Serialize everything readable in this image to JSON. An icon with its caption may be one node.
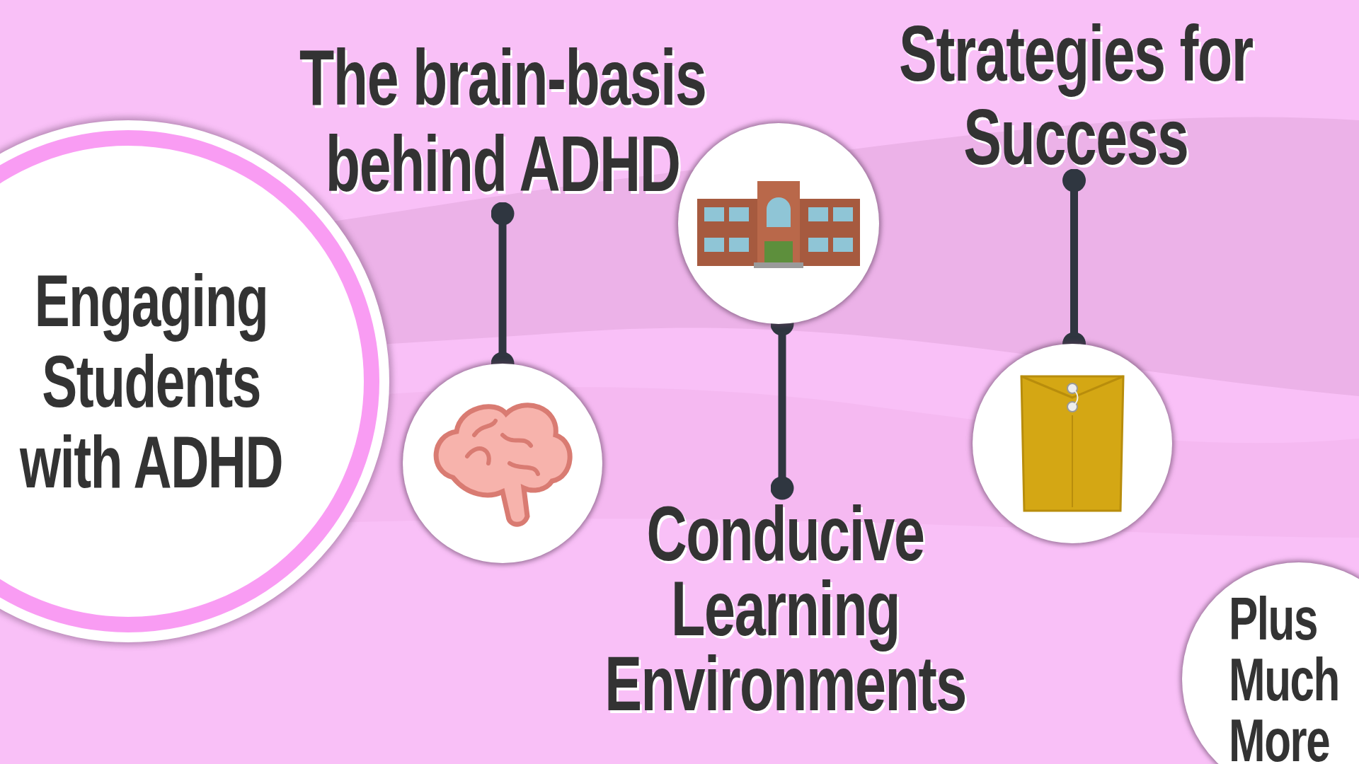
{
  "diagram": {
    "nodes": [
      {
        "text": [
          "Engaging Students with ADHD"
        ]
      },
      {
        "text": [
          "The brain-basis behind ADHD"
        ]
      },
      {
        "text": [],
        "shape": "picture"
      },
      {
        "text": [],
        "shape": "picture"
      },
      {
        "text": [
          "Conducive Learning Environments"
        ]
      },
      {
        "text": [
          "Strategies for Success"
        ]
      },
      {
        "text": [],
        "shape": "picture"
      },
      {
        "text": [
          "Plus Much More"
        ]
      }
    ],
    "edges": [
      {
        "from": 1,
        "to": 2,
        "arrow": "other"
      },
      {
        "from": 3,
        "to": 4,
        "arrow": "other"
      },
      {
        "from": 5,
        "to": 6,
        "arrow": "other"
      }
    ]
  }
}
